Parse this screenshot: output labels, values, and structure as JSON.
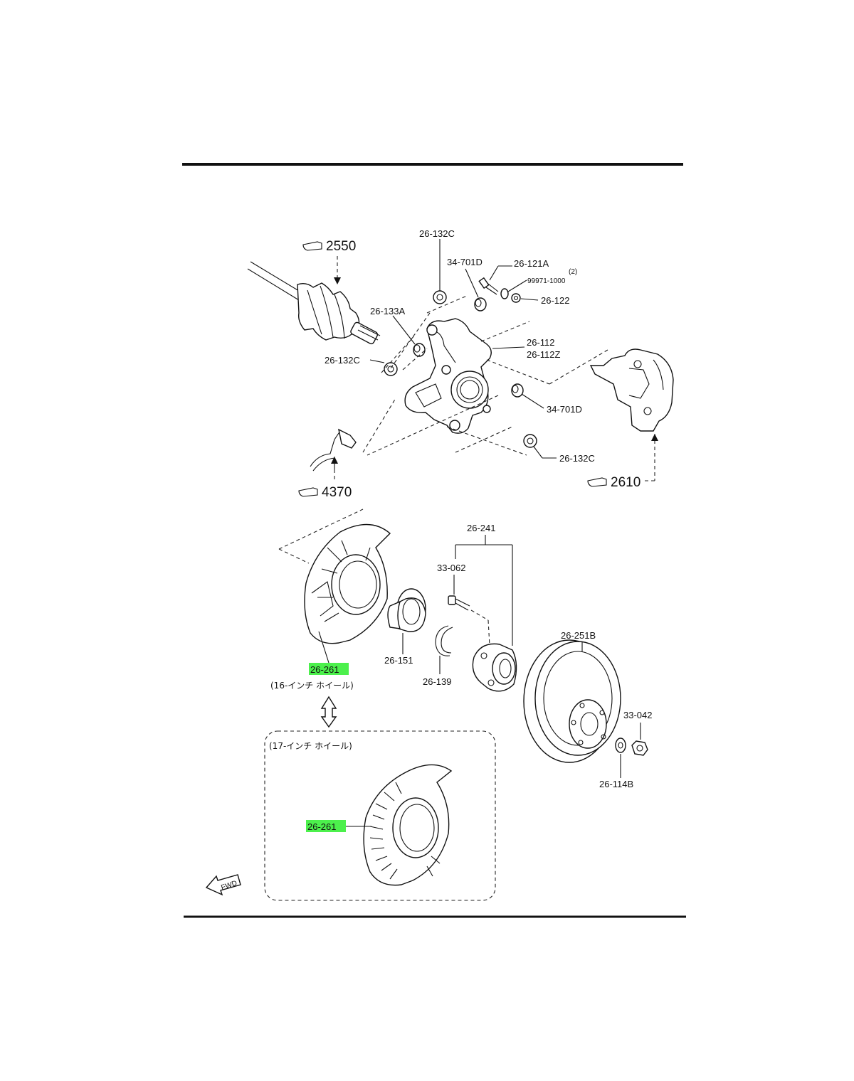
{
  "diagram": {
    "refs": {
      "ref_2550": "2550",
      "ref_4370": "4370",
      "ref_2610": "2610"
    },
    "labels": {
      "p_26_132c_top": "26-132C",
      "p_34_701d_top": "34-701D",
      "p_26_121a": "26-121A",
      "p_99971_1000": "99971-1000",
      "p_qty_2": "(2)",
      "p_26_122": "26-122",
      "p_26_133a": "26-133A",
      "p_26_112": "26-112",
      "p_26_112z": "26-112Z",
      "p_26_132c_left": "26-132C",
      "p_34_701d_right": "34-701D",
      "p_26_132c_bottom": "26-132C",
      "p_26_241": "26-241",
      "p_33_062": "33-062",
      "p_26_151": "26-151",
      "p_26_139": "26-139",
      "p_26_251b": "26-251B",
      "p_33_042": "33-042",
      "p_26_114b": "26-114B",
      "p_26_261_a": "26-261",
      "p_26_261_b": "26-261"
    },
    "notes": {
      "wheel_16": "(16-インチ ホイール)",
      "wheel_17": "(17-インチ ホイール)"
    },
    "fwd": "FWD",
    "colors": {
      "highlight": "#4cf04c",
      "line": "#111111"
    }
  }
}
